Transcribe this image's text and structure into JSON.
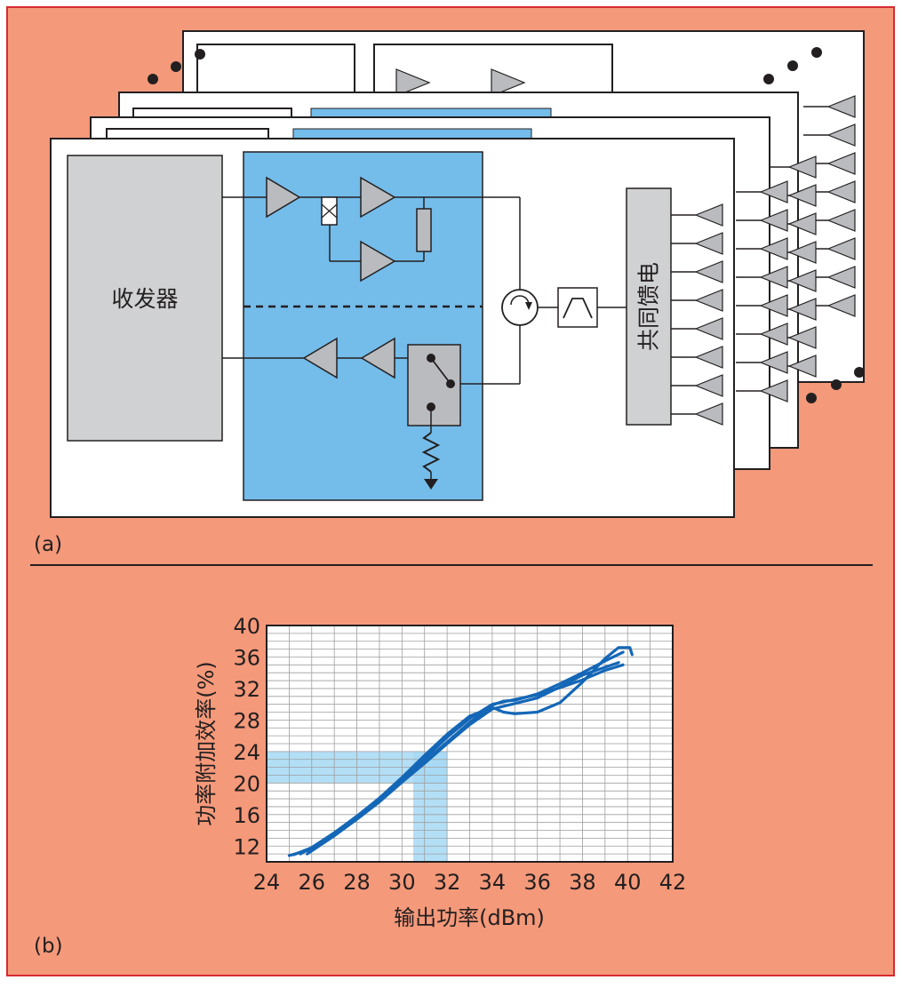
{
  "colors": {
    "background": "#F4997A",
    "frame": "#D62B32",
    "card": "#FFFFFF",
    "transceiver": "#D0D1D3",
    "frontend": "#74BCEA",
    "component": "#B9BBBE",
    "curve": "#1467B7",
    "highlight": "#A6D9F4",
    "grid": "#9E9E9E"
  },
  "panel_a": {
    "label": "(a)",
    "transceiver_label": "收发器",
    "feed_label": "共同馈电"
  },
  "panel_b": {
    "label": "(b)"
  },
  "chart_data": {
    "type": "line",
    "xlabel": "输出功率(dBm)",
    "ylabel": "功率附加效率(%)",
    "xlim": [
      24,
      42
    ],
    "ylim": [
      10,
      40
    ],
    "xticks": [
      24,
      26,
      28,
      30,
      32,
      34,
      36,
      38,
      40,
      42
    ],
    "yticks": [
      12,
      16,
      20,
      24,
      28,
      32,
      36,
      40
    ],
    "grid": true,
    "highlight_bands": [
      {
        "axis": "y",
        "from": 20,
        "to": 24
      },
      {
        "axis": "x",
        "from": 30.5,
        "to": 32
      }
    ],
    "series": [
      {
        "x": [
          25.0,
          26,
          27,
          28,
          29,
          30,
          31,
          32,
          33,
          34,
          34.5,
          35,
          36,
          37,
          38,
          39,
          39.8
        ],
        "y": [
          10.8,
          11.6,
          13.5,
          15.6,
          17.8,
          20.2,
          22.7,
          25.2,
          27.7,
          29.9,
          30.4,
          30.5,
          31.3,
          32.6,
          34.0,
          35.5,
          36.6
        ]
      },
      {
        "x": [
          25.5,
          26,
          27,
          28,
          29,
          30,
          31,
          32,
          33,
          34,
          35,
          36,
          37,
          38,
          39,
          39.8
        ],
        "y": [
          11.0,
          11.8,
          13.7,
          15.8,
          18.0,
          20.5,
          23.1,
          25.8,
          28.2,
          30.0,
          30.6,
          31.2,
          32.1,
          33.1,
          34.3,
          35.0
        ]
      },
      {
        "x": [
          25.8,
          27,
          28,
          29,
          30,
          31,
          32,
          33,
          34,
          35,
          36,
          37,
          38,
          39,
          39.6
        ],
        "y": [
          11.0,
          13.3,
          15.4,
          17.6,
          20.1,
          22.5,
          25.0,
          27.4,
          29.4,
          30.1,
          30.8,
          32.2,
          33.7,
          34.7,
          35.3
        ]
      },
      {
        "x": [
          25.2,
          26,
          27,
          28,
          29,
          30,
          31,
          32,
          33,
          34,
          34.5,
          35,
          36,
          37,
          38,
          39,
          39.6,
          40.1,
          40.2
        ],
        "y": [
          10.9,
          11.8,
          13.6,
          15.8,
          18.1,
          20.7,
          23.5,
          26.2,
          28.5,
          29.6,
          29.0,
          28.8,
          29.0,
          30.2,
          32.8,
          35.8,
          37.2,
          37.2,
          36.3
        ]
      }
    ]
  }
}
